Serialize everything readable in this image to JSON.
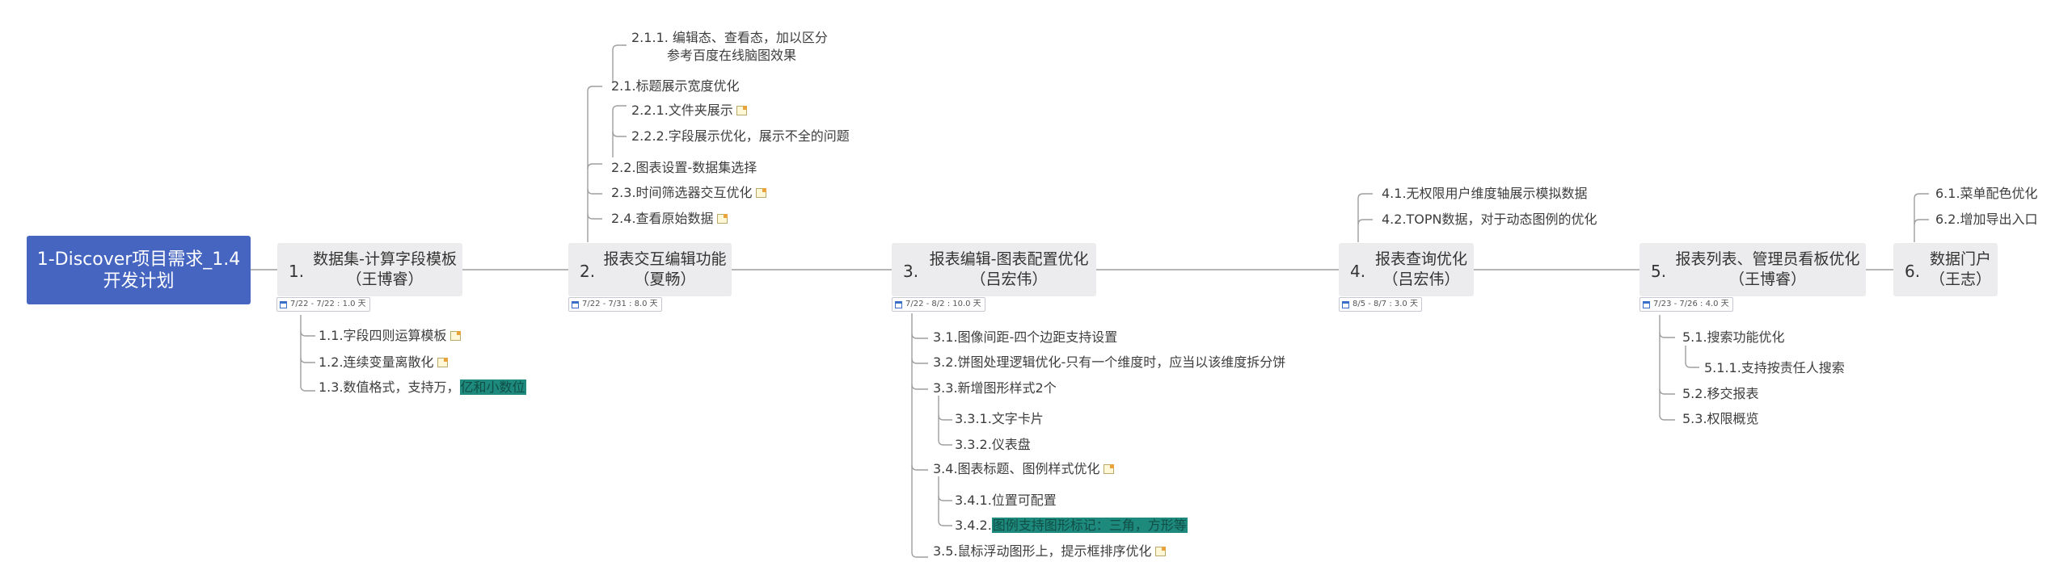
{
  "root": {
    "line1": "1-Discover项目需求_1.4",
    "line2": "开发计划"
  },
  "branches": [
    {
      "id": "b1",
      "num": "1.",
      "line1": "数据集-计算字段模板",
      "line2": "（王博睿）",
      "tag": "7/22 - 7/22 : 1.0 天"
    },
    {
      "id": "b2",
      "num": "2.",
      "line1": "报表交互编辑功能",
      "line2": "（夏畅）",
      "tag": "7/22 - 7/31 : 8.0 天"
    },
    {
      "id": "b3",
      "num": "3.",
      "line1": "报表编辑-图表配置优化",
      "line2": "（吕宏伟）",
      "tag": "7/22 - 8/2 : 10.0 天"
    },
    {
      "id": "b4",
      "num": "4.",
      "line1": "报表查询优化",
      "line2": "（吕宏伟）",
      "tag": "8/5 - 8/7 : 3.0 天"
    },
    {
      "id": "b5",
      "num": "5.",
      "line1": "报表列表、管理员看板优化",
      "line2": "（王博睿）",
      "tag": "7/23 - 7/26 : 4.0 天"
    },
    {
      "id": "b6",
      "num": "6.",
      "line1": "数据门户",
      "line2": "（王志）"
    }
  ],
  "leaves": {
    "l1_1": "1.1.字段四则运算模板",
    "l1_2": "1.2.连续变量离散化",
    "l1_3": "1.3.数值格式，支持万，",
    "l1_3_hl": "亿和小数位",
    "l2_1_1a": "2.1.1. 编辑态、查看态，加以区分",
    "l2_1_1b": "参考百度在线脑图效果",
    "l2_1": "2.1.标题展示宽度优化",
    "l2_2_1": "2.2.1.文件夹展示",
    "l2_2_2": "2.2.2.字段展示优化，展示不全的问题",
    "l2_2": "2.2.图表设置-数据集选择",
    "l2_3": "2.3.时间筛选器交互优化",
    "l2_4": "2.4.查看原始数据",
    "l3_1": "3.1.图像间距-四个边距支持设置",
    "l3_2": "3.2.饼图处理逻辑优化-只有一个维度时，应当以该维度拆分饼",
    "l3_3": "3.3.新增图形样式2个",
    "l3_3_1": "3.3.1.文字卡片",
    "l3_3_2": "3.3.2.仪表盘",
    "l3_4": "3.4.图表标题、图例样式优化",
    "l3_4_1": "3.4.1.位置可配置",
    "l3_4_2": "3.4.2.",
    "l3_4_2_hl": "图例支持图形标记：三角，方形等",
    "l3_5": "3.5.鼠标浮动图形上，提示框排序优化",
    "l4_1": "4.1.无权限用户维度轴展示模拟数据",
    "l4_2": "4.2.TOPN数据，对于动态图例的优化",
    "l5_1": "5.1.搜索功能优化",
    "l5_1_1": "5.1.1.支持按责任人搜索",
    "l5_2": "5.2.移交报表",
    "l5_3": "5.3.权限概览",
    "l6_1": "6.1.菜单配色优化",
    "l6_2": "6.2.增加导出入口"
  },
  "colors": {
    "root": "#4565c1",
    "branch": "#ececee",
    "highlight": "#1d8a7d",
    "line": "#9a9a9a"
  }
}
